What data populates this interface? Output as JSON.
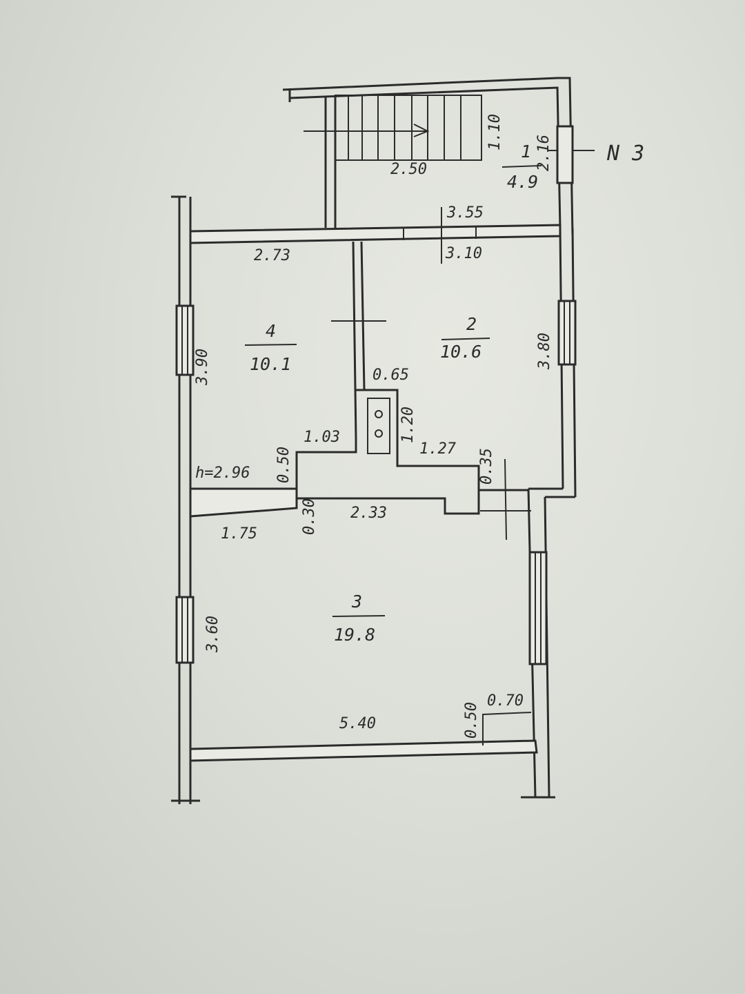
{
  "plan": {
    "number_label": "N 3",
    "height_label": "h=2.96",
    "rooms": [
      {
        "id": "1",
        "area": "4.9"
      },
      {
        "id": "2",
        "area": "10.6"
      },
      {
        "id": "3",
        "area": "19.8"
      },
      {
        "id": "4",
        "area": "10.1"
      }
    ],
    "dimensions": {
      "stair_height": "1.10",
      "stair_width": "2.50",
      "room1_side": "2.16",
      "corridor_top": "3.55",
      "room2_top": "3.10",
      "room4_top": "2.73",
      "room4_side": "3.90",
      "room2_side": "3.80",
      "stove_top": "0.65",
      "stove_side": "1.20",
      "step_a": "1.03",
      "step_b": "0.50",
      "step_c": "1.27",
      "step_d": "0.35",
      "hall_left": "1.75",
      "hall_wall": "0.30",
      "hall_mid": "2.33",
      "room3_side": "3.60",
      "room3_bottom": "5.40",
      "niche_h": "0.50",
      "niche_w": "0.70"
    }
  }
}
